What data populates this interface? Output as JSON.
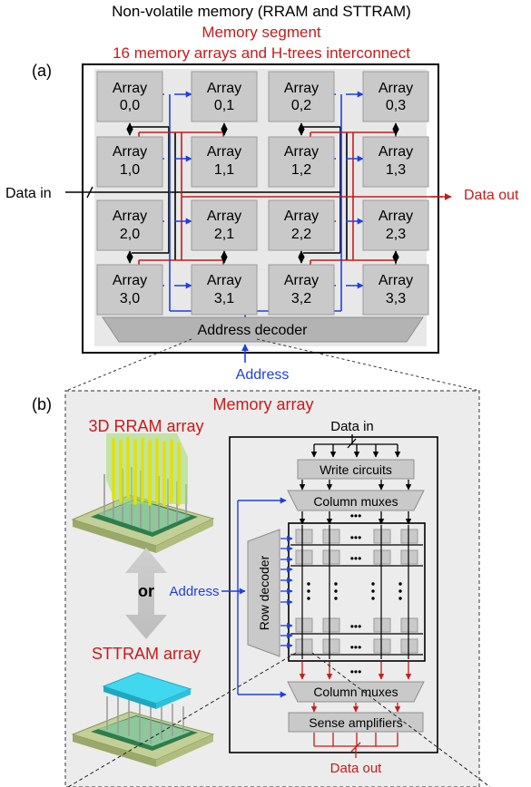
{
  "header": {
    "title": "Non-volatile memory (RRAM and STTRAM)",
    "subtitle": "Memory segment",
    "subtitle2": "16 memory arrays and H-trees interconnect"
  },
  "panel_a": {
    "label": "(a)",
    "arrays": [
      [
        "Array",
        "0,0"
      ],
      [
        "Array",
        "0,1"
      ],
      [
        "Array",
        "0,2"
      ],
      [
        "Array",
        "0,3"
      ],
      [
        "Array",
        "1,0"
      ],
      [
        "Array",
        "1,1"
      ],
      [
        "Array",
        "1,2"
      ],
      [
        "Array",
        "1,3"
      ],
      [
        "Array",
        "2,0"
      ],
      [
        "Array",
        "2,1"
      ],
      [
        "Array",
        "2,2"
      ],
      [
        "Array",
        "2,3"
      ],
      [
        "Array",
        "3,0"
      ],
      [
        "Array",
        "3,1"
      ],
      [
        "Array",
        "3,2"
      ],
      [
        "Array",
        "3,3"
      ]
    ],
    "data_in": "Data in",
    "data_out": "Data out",
    "address_decoder": "Address decoder",
    "address": "Address"
  },
  "panel_b": {
    "label": "(b)",
    "title": "Memory array",
    "rram_label": "3D RRAM array",
    "or_label": "or",
    "sttram_label": "STTRAM array",
    "data_in": "Data in",
    "write_circuits": "Write circuits",
    "column_muxes_top": "Column muxes",
    "row_decoder": "Row decoder",
    "address": "Address",
    "dots_h": "•••",
    "dots_v": "•\n•\n•",
    "column_muxes_bottom": "Column muxes",
    "sense_amplifiers": "Sense amplifiers",
    "data_out": "Data out"
  },
  "colors": {
    "red": "#c81a1a",
    "blue": "#1f3fe0",
    "black": "#000000",
    "box_gray": "#c9c9c9",
    "panel_bg": "#ececec"
  }
}
